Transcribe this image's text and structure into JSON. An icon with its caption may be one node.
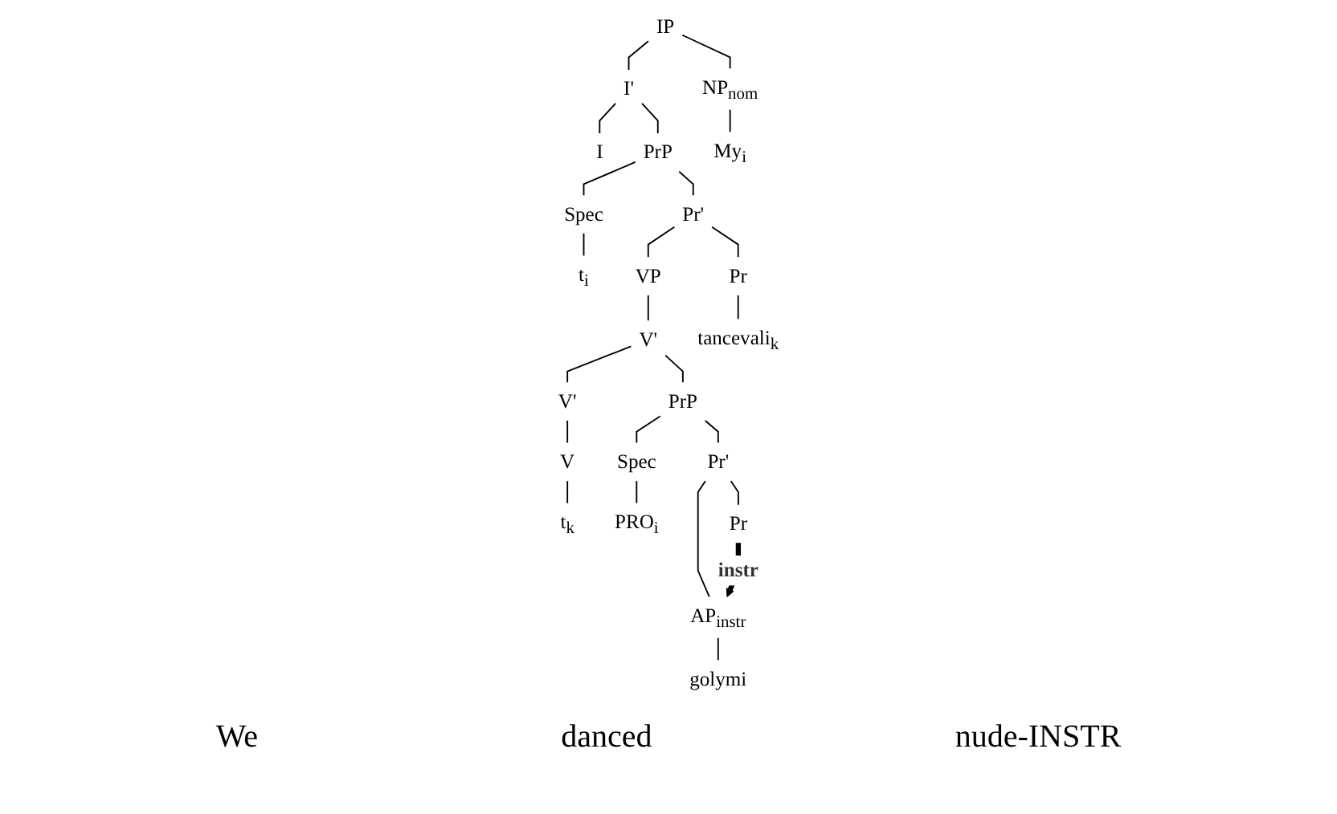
{
  "diagram": {
    "nodes": [
      {
        "text": [
          "IP"
        ]
      },
      {
        "text": [
          "NP$_{nom}$"
        ]
      },
      {
        "text": [
          "I'"
        ]
      },
      {
        "text": [
          "I"
        ]
      },
      {
        "text": [
          "PrP"
        ]
      },
      {
        "text": [
          "My$_{i}$"
        ]
      },
      {
        "text": [
          "Spec"
        ]
      },
      {
        "text": [
          "Pr'"
        ]
      },
      {
        "text": [
          "t$_{i}$"
        ]
      },
      {
        "text": [
          "Pr"
        ]
      },
      {
        "text": [
          "VP"
        ]
      },
      {
        "text": [
          "V'"
        ]
      },
      {
        "text": [
          "tancevali$_{k}$"
        ]
      },
      {
        "text": [
          "V'"
        ]
      },
      {
        "text": [
          "PrP"
        ]
      },
      {
        "text": [
          "V"
        ]
      },
      {
        "text": [
          "Spec"
        ]
      },
      {
        "text": [
          "Pr'"
        ]
      },
      {
        "text": [
          "t$_{k}$"
        ]
      },
      {
        "text": [
          "PRO$_{i}$"
        ]
      },
      {
        "text": [
          "Pr"
        ]
      },
      {
        "text": [
          "AP$_{instr}$"
        ]
      },
      {
        "text": [
          "golymi"
        ]
      }
    ],
    "edges": [
      {
        "from": 0,
        "to": 1,
        "arrow": "none"
      },
      {
        "from": 0,
        "to": 2,
        "arrow": "none"
      },
      {
        "from": 1,
        "to": 5,
        "arrow": "none"
      },
      {
        "from": 2,
        "to": 3,
        "arrow": "none"
      },
      {
        "from": 2,
        "to": 4,
        "arrow": "none"
      },
      {
        "from": 4,
        "to": 6,
        "arrow": "none"
      },
      {
        "from": 4,
        "to": 7,
        "arrow": "none"
      },
      {
        "from": 6,
        "to": 8,
        "arrow": "none"
      },
      {
        "from": 7,
        "to": 9,
        "arrow": "none"
      },
      {
        "from": 7,
        "to": 10,
        "arrow": "none"
      },
      {
        "from": 9,
        "to": 12,
        "arrow": "none"
      },
      {
        "from": 10,
        "to": 11,
        "arrow": "none"
      },
      {
        "from": 11,
        "to": 13,
        "arrow": "none"
      },
      {
        "from": 11,
        "to": 14,
        "arrow": "none"
      },
      {
        "from": 13,
        "to": 15,
        "arrow": "none"
      },
      {
        "from": 15,
        "to": 18,
        "arrow": "none"
      },
      {
        "from": 14,
        "to": 16,
        "arrow": "none"
      },
      {
        "from": 14,
        "to": 17,
        "arrow": "none"
      },
      {
        "from": 16,
        "to": 19,
        "arrow": "none"
      },
      {
        "from": 17,
        "to": 20,
        "arrow": "none"
      },
      {
        "from": 17,
        "to": 21,
        "arrow": "none"
      },
      {
        "from": 20,
        "to": 21,
        "arrow": "to",
        "label": "instr",
        "style": "thick"
      },
      {
        "from": 21,
        "to": 22,
        "arrow": "none"
      }
    ],
    "labels": [
      "We",
      "danced",
      "nude-INSTR"
    ]
  }
}
